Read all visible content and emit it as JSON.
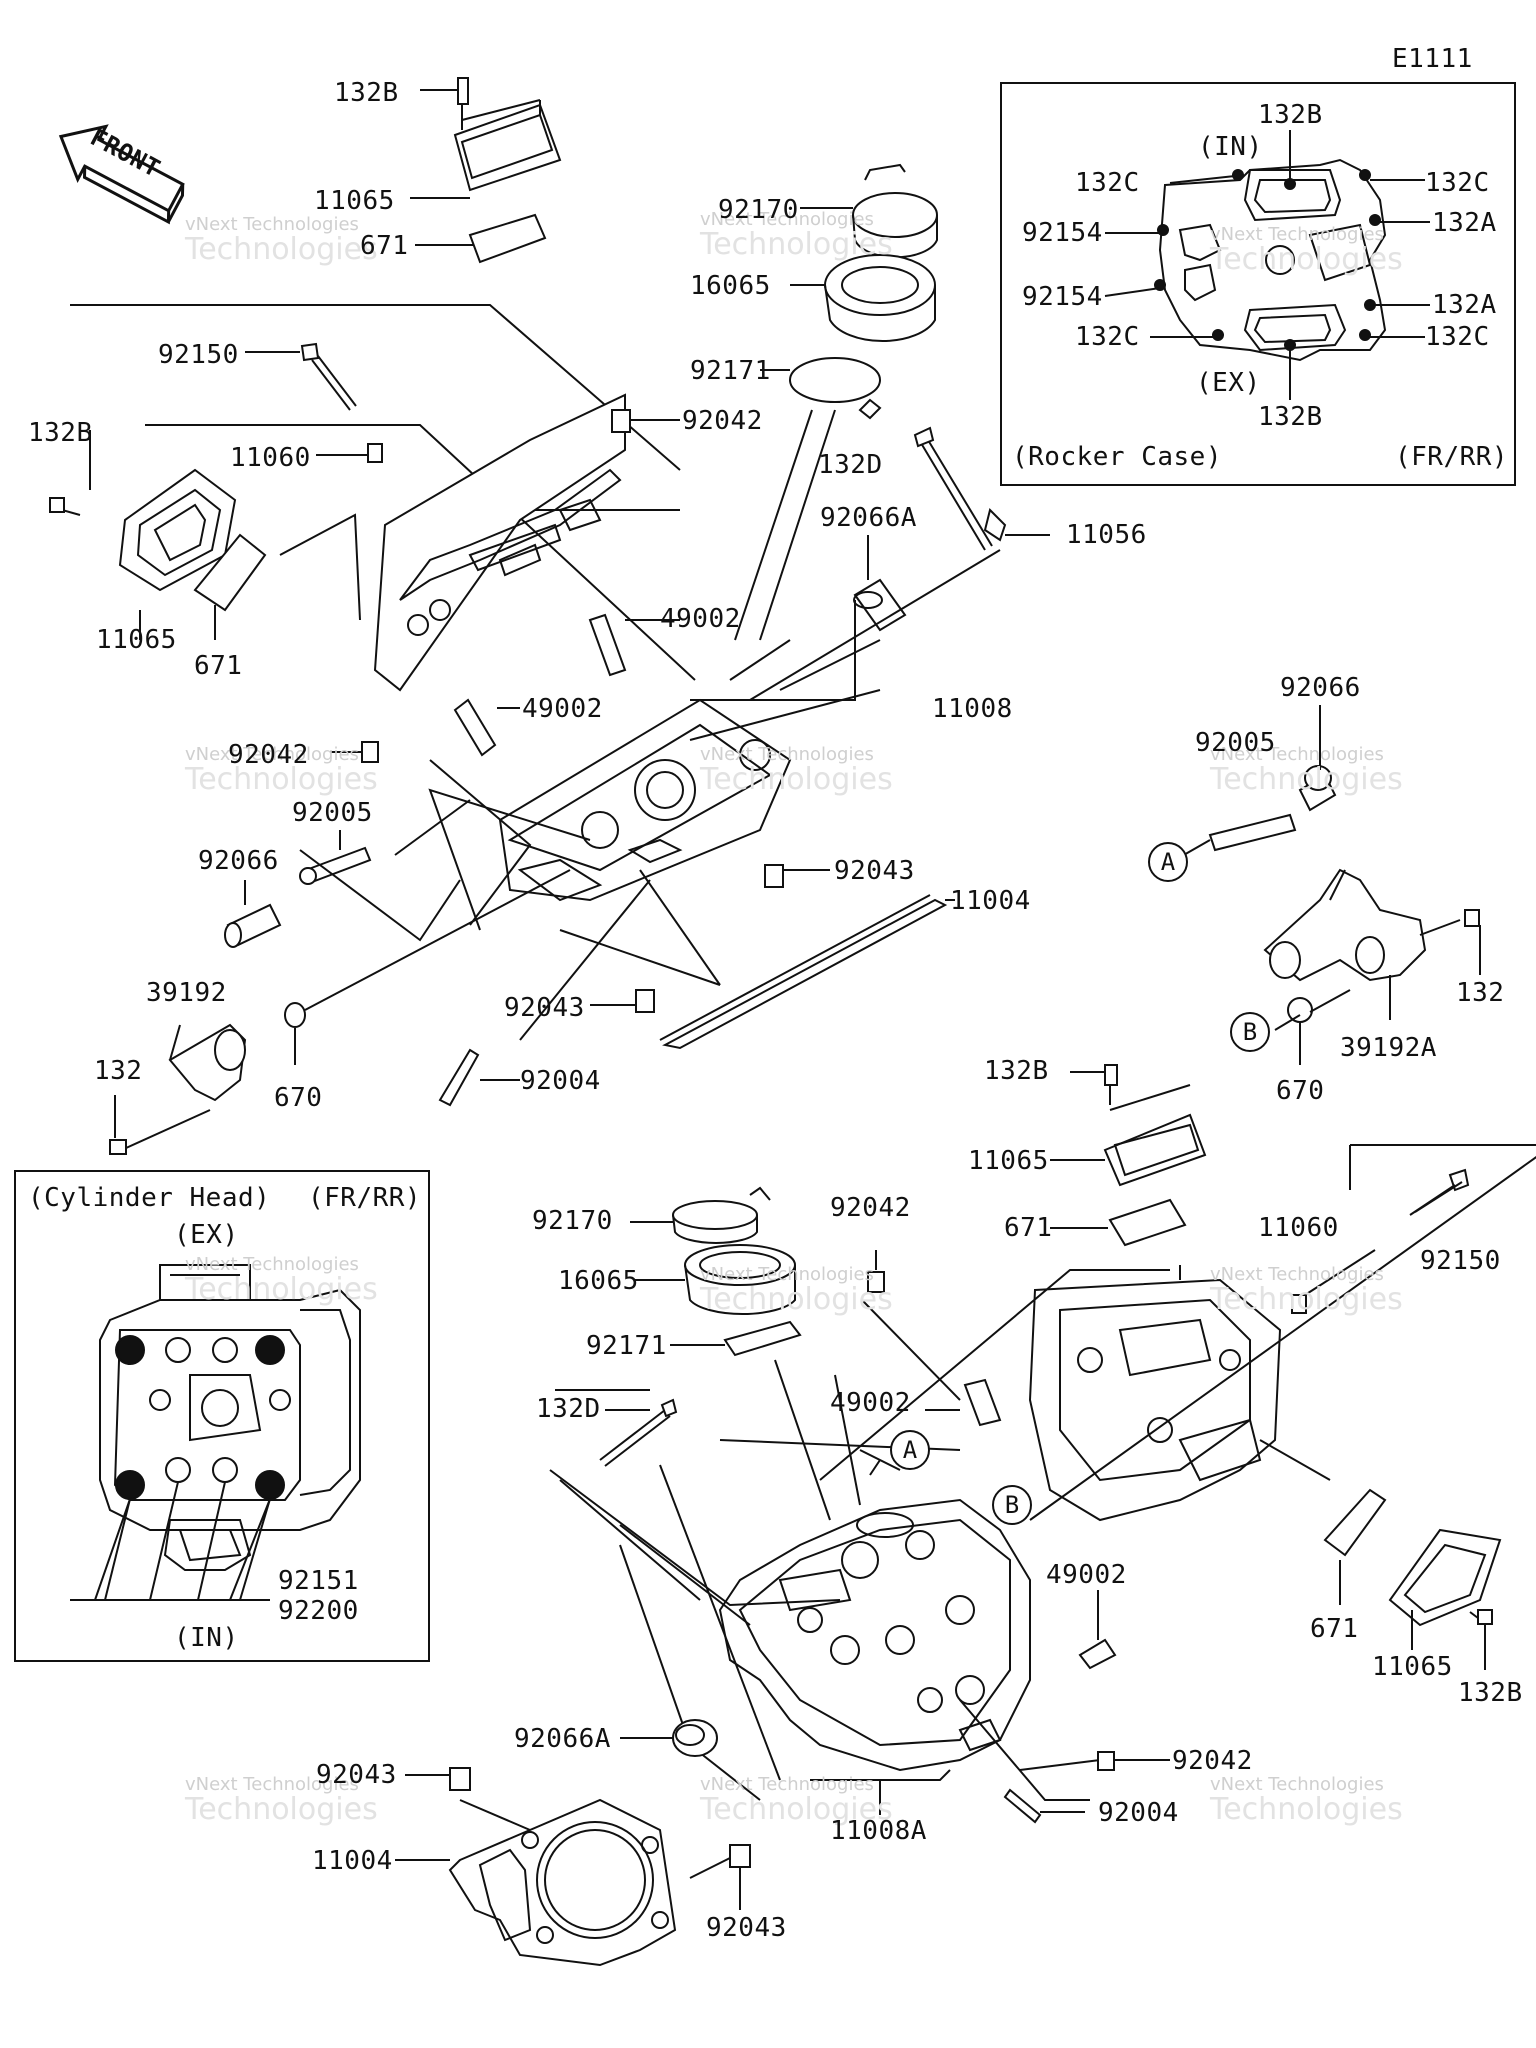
{
  "diagram_code": "E1111",
  "front_label": "FRONT",
  "watermark": {
    "line1": "vNext Technologies",
    "line2": "Technologies"
  },
  "rocker_case_inset": {
    "title": "(Rocker Case)",
    "variant": "(FR/RR)",
    "in_label": "(IN)",
    "ex_label": "(EX)",
    "labels": [
      "132B",
      "132C",
      "132C",
      "92154",
      "132A",
      "92154",
      "132A",
      "132C",
      "132C",
      "132B"
    ]
  },
  "cylinder_head_inset": {
    "title": "(Cylinder Head)",
    "variant": "(FR/RR)",
    "ex_label": "(EX)",
    "in_label": "(IN)",
    "labels": [
      "92151",
      "92200"
    ]
  },
  "callouts": {
    "A": "A",
    "B": "B"
  },
  "part_labels": [
    "132B",
    "11065",
    "671",
    "92150",
    "11060",
    "132B",
    "11065",
    "671",
    "92170",
    "16065",
    "92171",
    "92042",
    "132D",
    "92066A",
    "11056",
    "49002",
    "49002",
    "11008",
    "92042",
    "92005",
    "92066",
    "92043",
    "11004",
    "92043",
    "92004",
    "39192",
    "132",
    "670",
    "92066",
    "92005",
    "132",
    "39192A",
    "670",
    "132B",
    "11065",
    "671",
    "11060",
    "92150",
    "92170",
    "16065",
    "92171",
    "92042",
    "132D",
    "49002",
    "49002",
    "92066A",
    "92043",
    "11004",
    "92043",
    "11008A",
    "92004",
    "92042",
    "671",
    "11065",
    "132B"
  ]
}
